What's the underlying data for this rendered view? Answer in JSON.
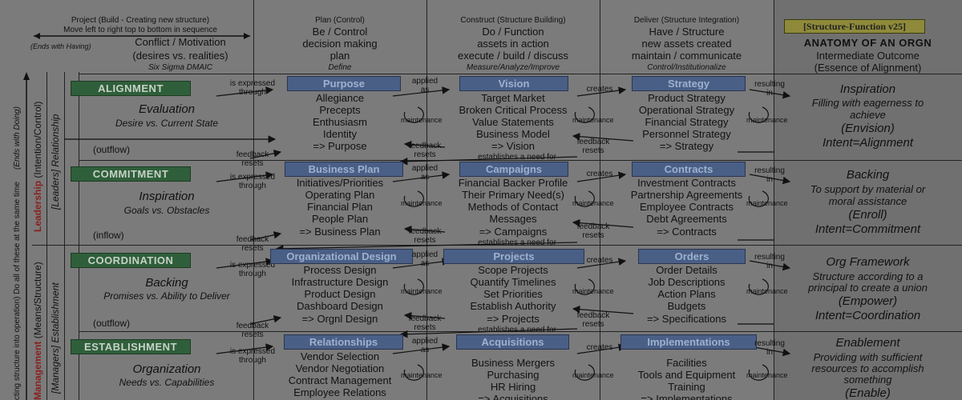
{
  "badge": "[Structure-Function v25]",
  "header": {
    "col0": {
      "line1": "Project (Build - Creating new structure)",
      "line2": "Move left to right top to bottom in sequence",
      "ends": "(Ends with Having)",
      "title1": "Conflict / Motivation",
      "title2": "(desires vs. realities)",
      "sub": "Six Sigma DMAIC"
    },
    "plan": {
      "top": "Plan (Control)",
      "l1": "Be / Control",
      "l2": "decision making",
      "l3": "plan",
      "sub": "Define"
    },
    "construct": {
      "top": "Construct (Structure Building)",
      "l1": "Do / Function",
      "l2": "assets in action",
      "l3": "execute / build / discuss",
      "sub": "Measure/Analyze/Improve"
    },
    "deliver": {
      "top": "Deliver (Structure Integration)",
      "l1": "Have / Structure",
      "l2": "new assets created",
      "l3": "maintain / communicate",
      "sub": "Control/Institutionalize"
    },
    "anatomy": {
      "l1": "ANATOMY OF AN ORGN",
      "l2": "Intermediate Outcome",
      "l3": "(Essence of Alignment)"
    }
  },
  "side": {
    "leadership_label": "Leadership",
    "leadership_rest": " (Intention/Control)",
    "leaders_rel": "[Leaders] Relationship",
    "ends_doing": "(Ends with Doing)",
    "all_same": "cting structure into operation) Do all of these at the same time",
    "management_label": "Management",
    "management_rest": " (Means/Structure)",
    "managers_est": "[Managers] Establishment"
  },
  "labels": {
    "expressed": "is expressed",
    "through": "through",
    "applied": "applied",
    "as": "as",
    "creates": "creates",
    "resulting": "resulting",
    "in": "in",
    "maintenance": "maintenance",
    "feedback": "feedback",
    "resets": "resets",
    "establishes": "establishes a need for"
  },
  "rows": [
    {
      "name": "ALIGNMENT",
      "state": "Evaluation",
      "desc": "Desire vs. Current State",
      "flow": "(outflow)",
      "plan_title": "Purpose",
      "plan_items": [
        "Allegiance",
        "Precepts",
        "Enthusiasm",
        "Identity",
        "=> Purpose"
      ],
      "con_title": "Vision",
      "con_items": [
        "Target Market",
        "Broken Critical Process",
        "Value Statements",
        "Business Model",
        "=> Vision"
      ],
      "del_title": "Strategy",
      "del_items": [
        "Product Strategy",
        "Operational Strategy",
        "Financial Strategy",
        "Personnel Strategy",
        "=> Strategy"
      ],
      "out_title": "Inspiration",
      "out_l1": "Filling with eagerness to",
      "out_l2": "achieve",
      "out_l3": "(Envision)",
      "out_l4": "Intent=Alignment"
    },
    {
      "name": "COMMITMENT",
      "state": "Inspiration",
      "desc": "Goals vs. Obstacles",
      "flow": "(inflow)",
      "plan_title": "Business Plan",
      "plan_items": [
        "Initiatives/Priorities",
        "Operating Plan",
        "Financial Plan",
        "People Plan",
        "=> Business Plan"
      ],
      "con_title": "Campaigns",
      "con_items": [
        "Financial Backer Profile",
        "Their Primary Need(s)",
        "Methods of Contact",
        "Messages",
        "=> Campaigns"
      ],
      "del_title": "Contracts",
      "del_items": [
        "Investment Contracts",
        "Partnership Agreements",
        "Employee Contracts",
        "Debt Agreements",
        "=> Contracts"
      ],
      "out_title": "Backing",
      "out_l1": "To support by material or",
      "out_l2": "moral assistance",
      "out_l3": "(Enroll)",
      "out_l4": "Intent=Commitment"
    },
    {
      "name": "COORDINATION",
      "state": "Backing",
      "desc": "Promises vs. Ability to Deliver",
      "flow": "(outflow)",
      "plan_title": "Organizational Design",
      "plan_items": [
        "Process Design",
        "Infrastructure Design",
        "Product Design",
        "Dashboard Design",
        "=> Orgnl Design"
      ],
      "con_title": "Projects",
      "con_items": [
        "Scope Projects",
        "Quantify Timelines",
        "Set Priorities",
        "Establish Authority",
        "=> Projects"
      ],
      "del_title": "Orders",
      "del_items": [
        "Order Details",
        "Job Descriptions",
        "Action Plans",
        "Budgets",
        "=> Specifications"
      ],
      "out_title": "Org Framework",
      "out_l1": "Structure according to a",
      "out_l2": "principal to create a union",
      "out_l3": "(Empower)",
      "out_l4": "Intent=Coordination"
    },
    {
      "name": "ESTABLISHMENT",
      "state": "Organization",
      "desc": "Needs vs. Capabilities",
      "flow": "",
      "plan_title": "Relationships",
      "plan_items": [
        "Vendor Selection",
        "Vendor Negotiation",
        "Contract Management",
        "Employee Relations"
      ],
      "con_title": "Acquisitions",
      "con_items": [
        "Business Mergers",
        "Purchasing",
        "HR Hiring",
        "=> Acquisitions"
      ],
      "del_title": "Implementations",
      "del_items": [
        "Facilities",
        "Tools and Equipment",
        "Training",
        "=> Implementations"
      ],
      "out_title": "Enablement",
      "out_l1": "Providing with sufficient",
      "out_l2": "resources to accomplish",
      "out_l3": "something",
      "out_l4": "(Enable)"
    }
  ]
}
